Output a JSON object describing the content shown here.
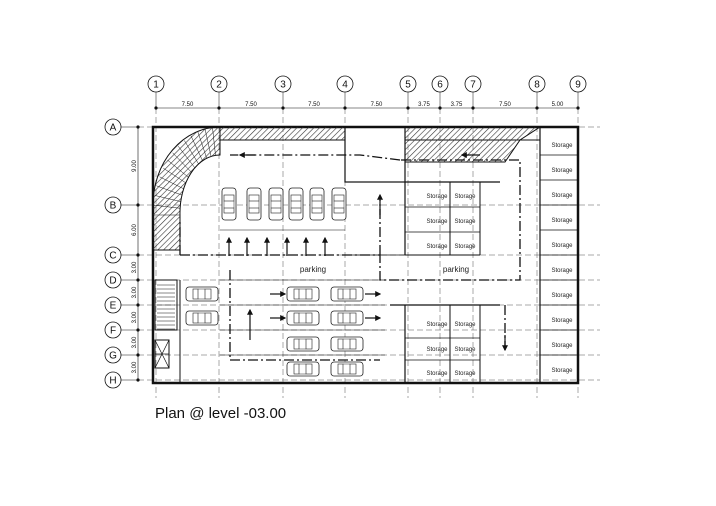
{
  "title": "Plan @ level -03.00",
  "column_axes": [
    "1",
    "2",
    "3",
    "4",
    "5",
    "6",
    "7",
    "8",
    "9"
  ],
  "column_spacings": [
    "7.50",
    "7.50",
    "7.50",
    "7.50",
    "3.75",
    "3.75",
    "7.50",
    "5.00"
  ],
  "row_axes": [
    "A",
    "B",
    "C",
    "D",
    "E",
    "F",
    "G",
    "H"
  ],
  "row_spacings": [
    "9.00",
    "6.00",
    "3.00",
    "3.00",
    "3.00",
    "3.00",
    "3.00"
  ],
  "labels": {
    "parking": "parking",
    "storage": "Storage"
  }
}
